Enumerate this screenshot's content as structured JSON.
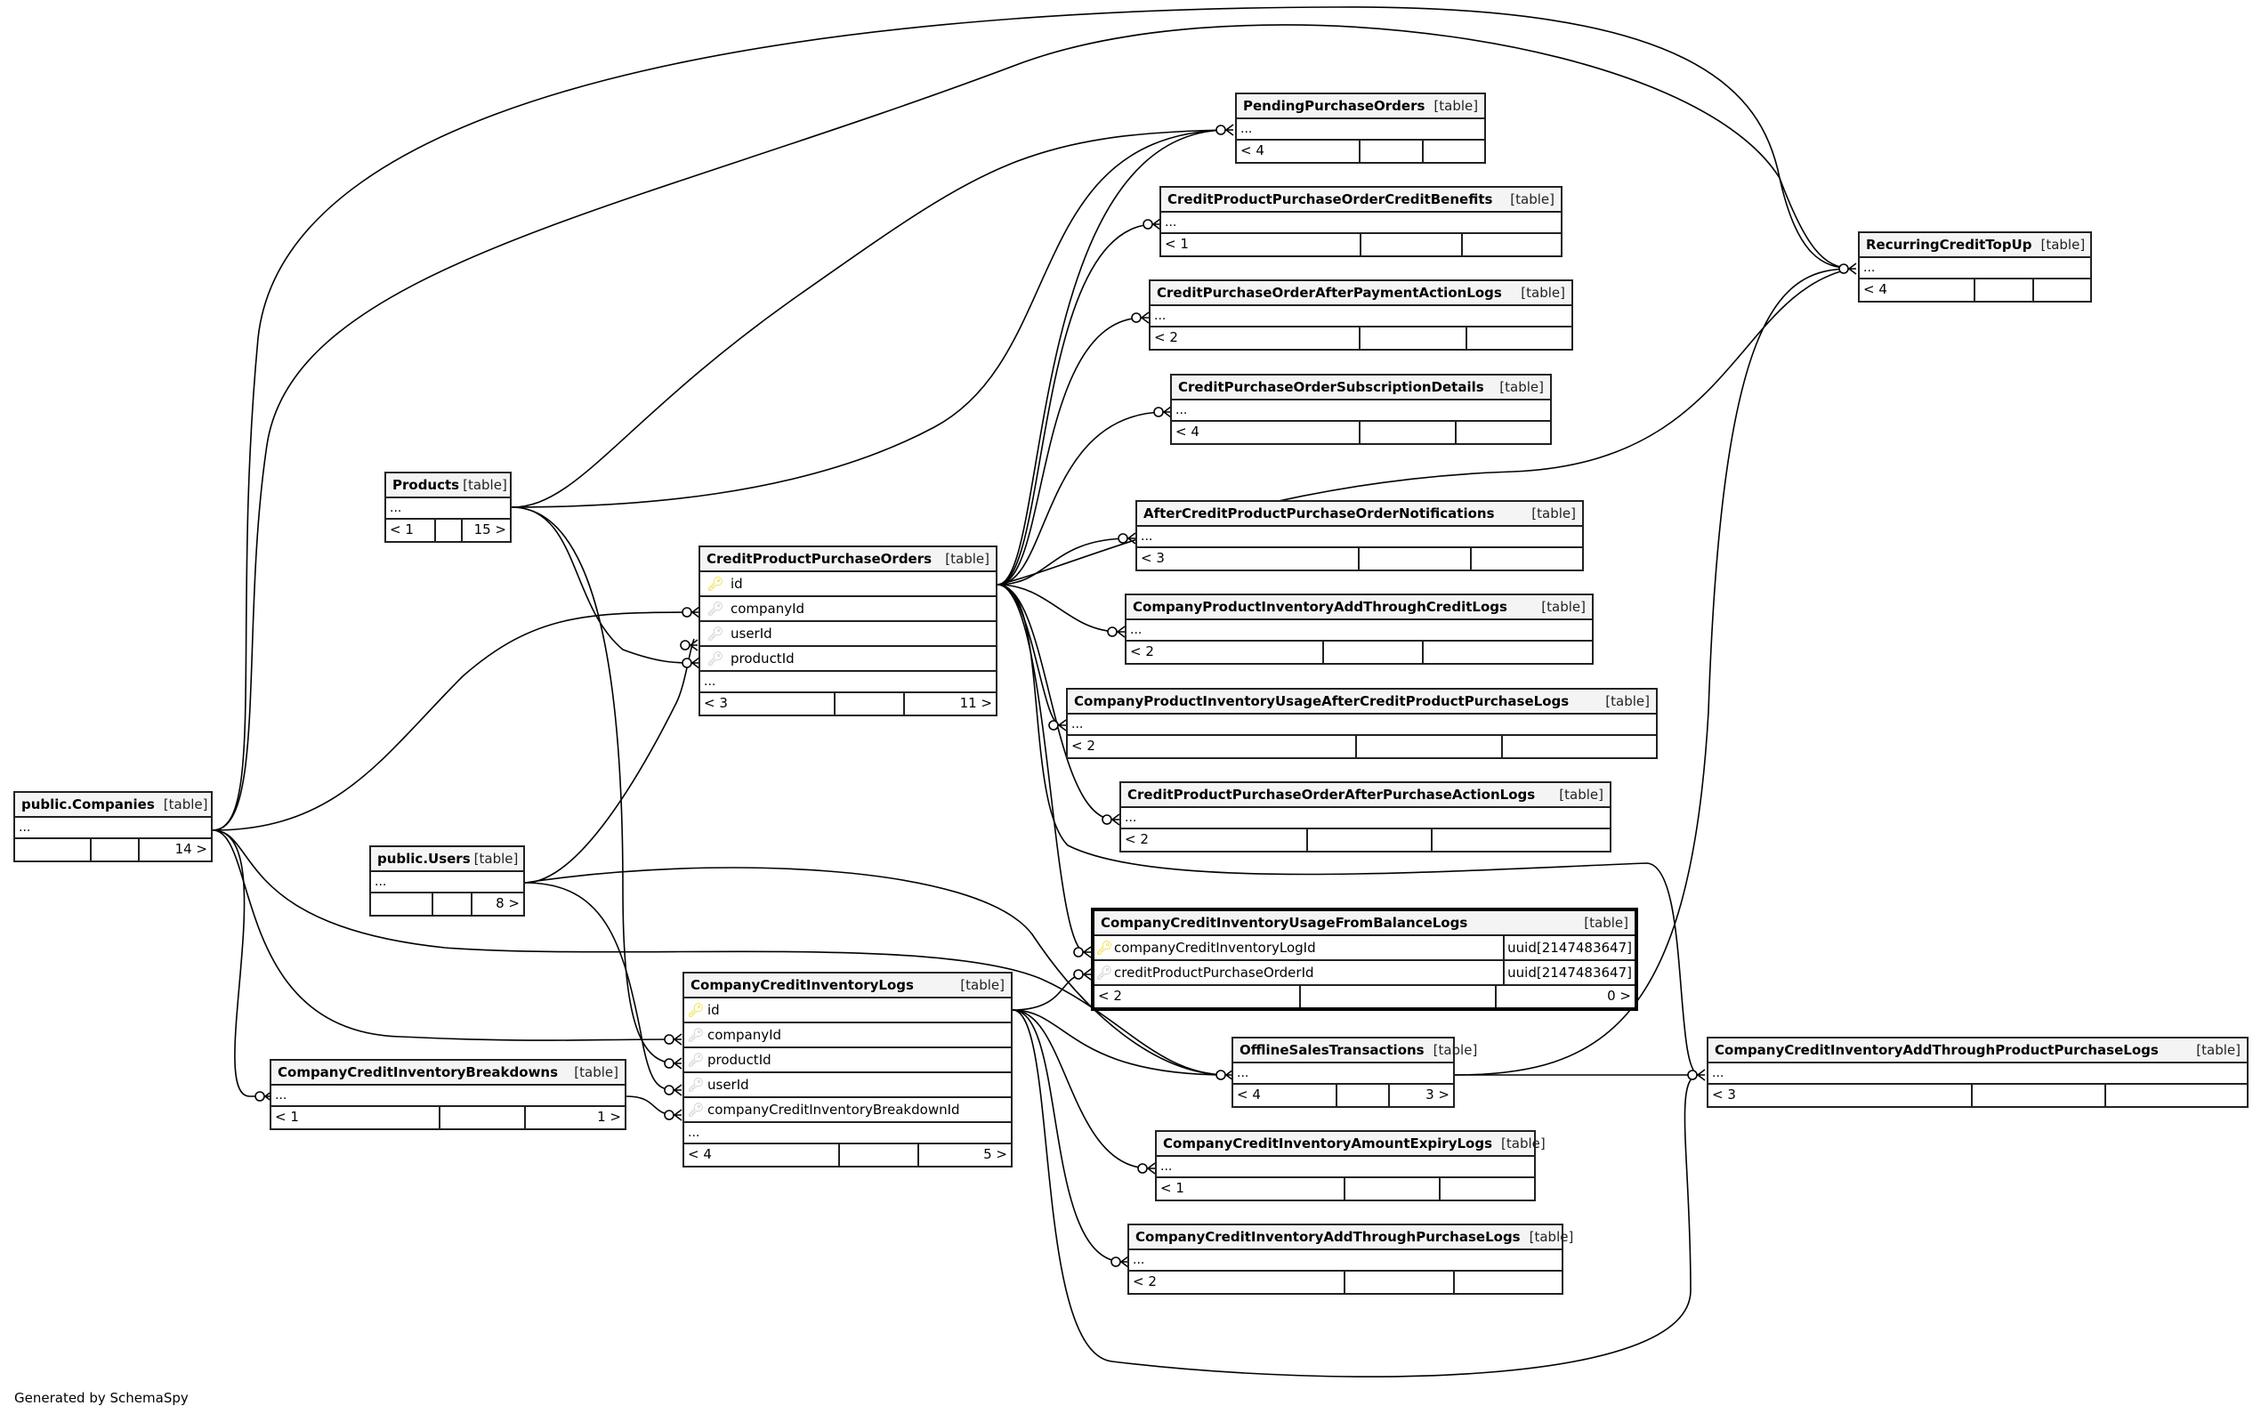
{
  "footer": "Generated by SchemaSpy",
  "tables": {
    "companies": {
      "name": "public.Companies",
      "kind": "[table]",
      "more": "...",
      "parents": "",
      "children": "14 >"
    },
    "products": {
      "name": "Products",
      "kind": "[table]",
      "more": "...",
      "parents": "< 1",
      "children": "15 >"
    },
    "users": {
      "name": "public.Users",
      "kind": "[table]",
      "more": "...",
      "parents": "",
      "children": "8 >"
    },
    "breakdowns": {
      "name": "CompanyCreditInventoryBreakdowns",
      "kind": "[table]",
      "more": "...",
      "parents": "< 1",
      "children": "1 >"
    },
    "cppo": {
      "name": "CreditProductPurchaseOrders",
      "kind": "[table]",
      "more": "...",
      "parents": "< 3",
      "children": "11 >",
      "columns": [
        {
          "name": "id",
          "key": "pk"
        },
        {
          "name": "companyId",
          "key": "fk"
        },
        {
          "name": "userId",
          "key": "fk"
        },
        {
          "name": "productId",
          "key": "fk"
        }
      ]
    },
    "ccil": {
      "name": "CompanyCreditInventoryLogs",
      "kind": "[table]",
      "more": "...",
      "parents": "< 4",
      "children": "5 >",
      "columns": [
        {
          "name": "id",
          "key": "pk"
        },
        {
          "name": "companyId",
          "key": "fk"
        },
        {
          "name": "productId",
          "key": "fk"
        },
        {
          "name": "userId",
          "key": "fk"
        },
        {
          "name": "companyCreditInventoryBreakdownId",
          "key": "fk"
        }
      ]
    },
    "pending": {
      "name": "PendingPurchaseOrders",
      "kind": "[table]",
      "more": "...",
      "parents": "< 4",
      "children": ""
    },
    "benefits": {
      "name": "CreditProductPurchaseOrderCreditBenefits",
      "kind": "[table]",
      "more": "...",
      "parents": "< 1",
      "children": ""
    },
    "afterpay": {
      "name": "CreditPurchaseOrderAfterPaymentActionLogs",
      "kind": "[table]",
      "more": "...",
      "parents": "< 2",
      "children": ""
    },
    "subs": {
      "name": "CreditPurchaseOrderSubscriptionDetails",
      "kind": "[table]",
      "more": "...",
      "parents": "< 4",
      "children": ""
    },
    "notif": {
      "name": "AfterCreditProductPurchaseOrderNotifications",
      "kind": "[table]",
      "more": "...",
      "parents": "< 3",
      "children": ""
    },
    "addcredit": {
      "name": "CompanyProductInventoryAddThroughCreditLogs",
      "kind": "[table]",
      "more": "...",
      "parents": "< 2",
      "children": ""
    },
    "usageafter": {
      "name": "CompanyProductInventoryUsageAfterCreditProductPurchaseLogs",
      "kind": "[table]",
      "more": "...",
      "parents": "< 2",
      "children": ""
    },
    "afterpurchase": {
      "name": "CreditProductPurchaseOrderAfterPurchaseActionLogs",
      "kind": "[table]",
      "more": "...",
      "parents": "< 2",
      "children": ""
    },
    "usagebal": {
      "name": "CompanyCreditInventoryUsageFromBalanceLogs",
      "kind": "[table]",
      "parents": "< 2",
      "children": "0 >",
      "columns": [
        {
          "name": "companyCreditInventoryLogId",
          "key": "pk",
          "type": "uuid[2147483647]"
        },
        {
          "name": "creditProductPurchaseOrderId",
          "key": "fk",
          "type": "uuid[2147483647]"
        }
      ]
    },
    "offline": {
      "name": "OfflineSalesTransactions",
      "kind": "[table]",
      "more": "...",
      "parents": "< 4",
      "children": "3 >"
    },
    "expiry": {
      "name": "CompanyCreditInventoryAmountExpiryLogs",
      "kind": "[table]",
      "more": "...",
      "parents": "< 1",
      "children": ""
    },
    "addpurchase": {
      "name": "CompanyCreditInventoryAddThroughPurchaseLogs",
      "kind": "[table]",
      "more": "...",
      "parents": "< 2",
      "children": ""
    },
    "recurring": {
      "name": "RecurringCreditTopUp",
      "kind": "[table]",
      "more": "...",
      "parents": "< 4",
      "children": ""
    },
    "addproduct": {
      "name": "CompanyCreditInventoryAddThroughProductPurchaseLogs",
      "kind": "[table]",
      "more": "...",
      "parents": "< 3",
      "children": ""
    }
  },
  "icons": {
    "pk": "primary-key-icon",
    "fk": "foreign-key-icon"
  },
  "colors": {
    "pk": "#e6d400",
    "fk": "#bbbbbb",
    "header_bg": "#f4f4f4"
  }
}
